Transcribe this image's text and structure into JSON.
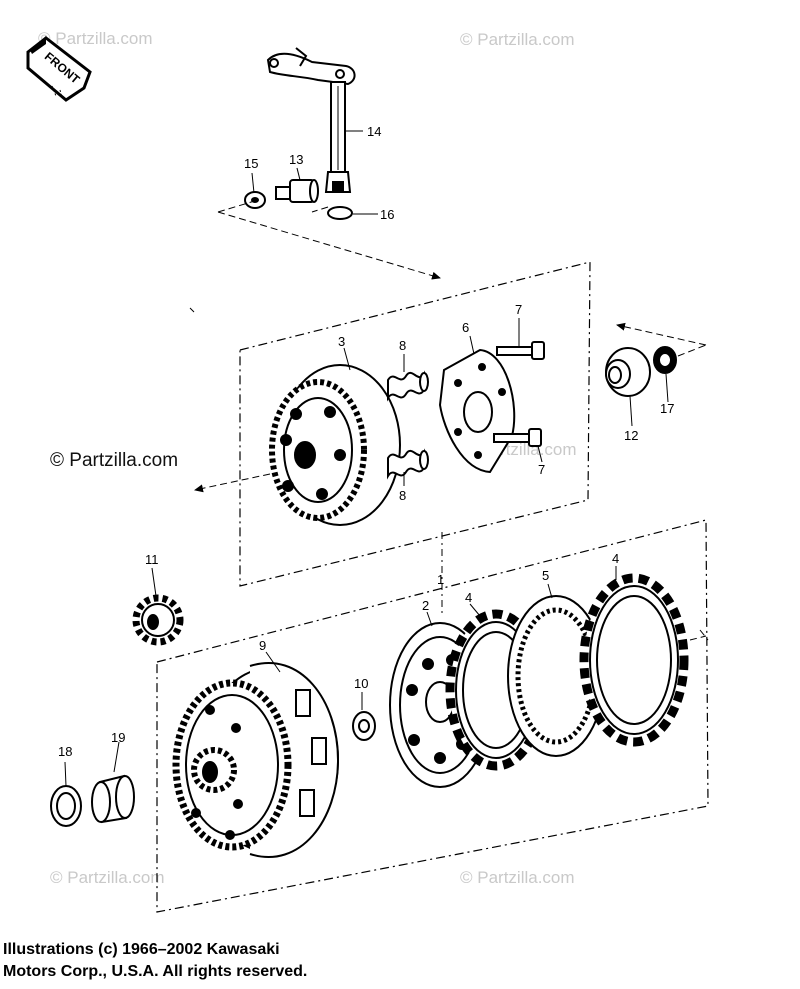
{
  "badge": {
    "front_label": "FRONT"
  },
  "watermarks": {
    "top_left": "© Partzilla.com",
    "top_right": "© Partzilla.com",
    "center_left": "© Partzilla.com",
    "center": "© Partzilla.com",
    "bottom_left": "© Partzilla.com",
    "bottom_right": "© Partzilla.com"
  },
  "callouts": {
    "c1": "1",
    "c2": "2",
    "c3": "3",
    "c4a": "4",
    "c4b": "4",
    "c5": "5",
    "c6": "6",
    "c7a": "7",
    "c7b": "7",
    "c8a": "8",
    "c8b": "8",
    "c9": "9",
    "c10": "10",
    "c11": "11",
    "c12": "12",
    "c13": "13",
    "c14": "14",
    "c15": "15",
    "c16": "16",
    "c17": "17",
    "c18": "18",
    "c19": "19"
  },
  "footer": {
    "line1": "Illustrations (c) 1966–2002 Kawasaki",
    "line2": "Motors Corp., U.S.A.  All rights reserved."
  }
}
